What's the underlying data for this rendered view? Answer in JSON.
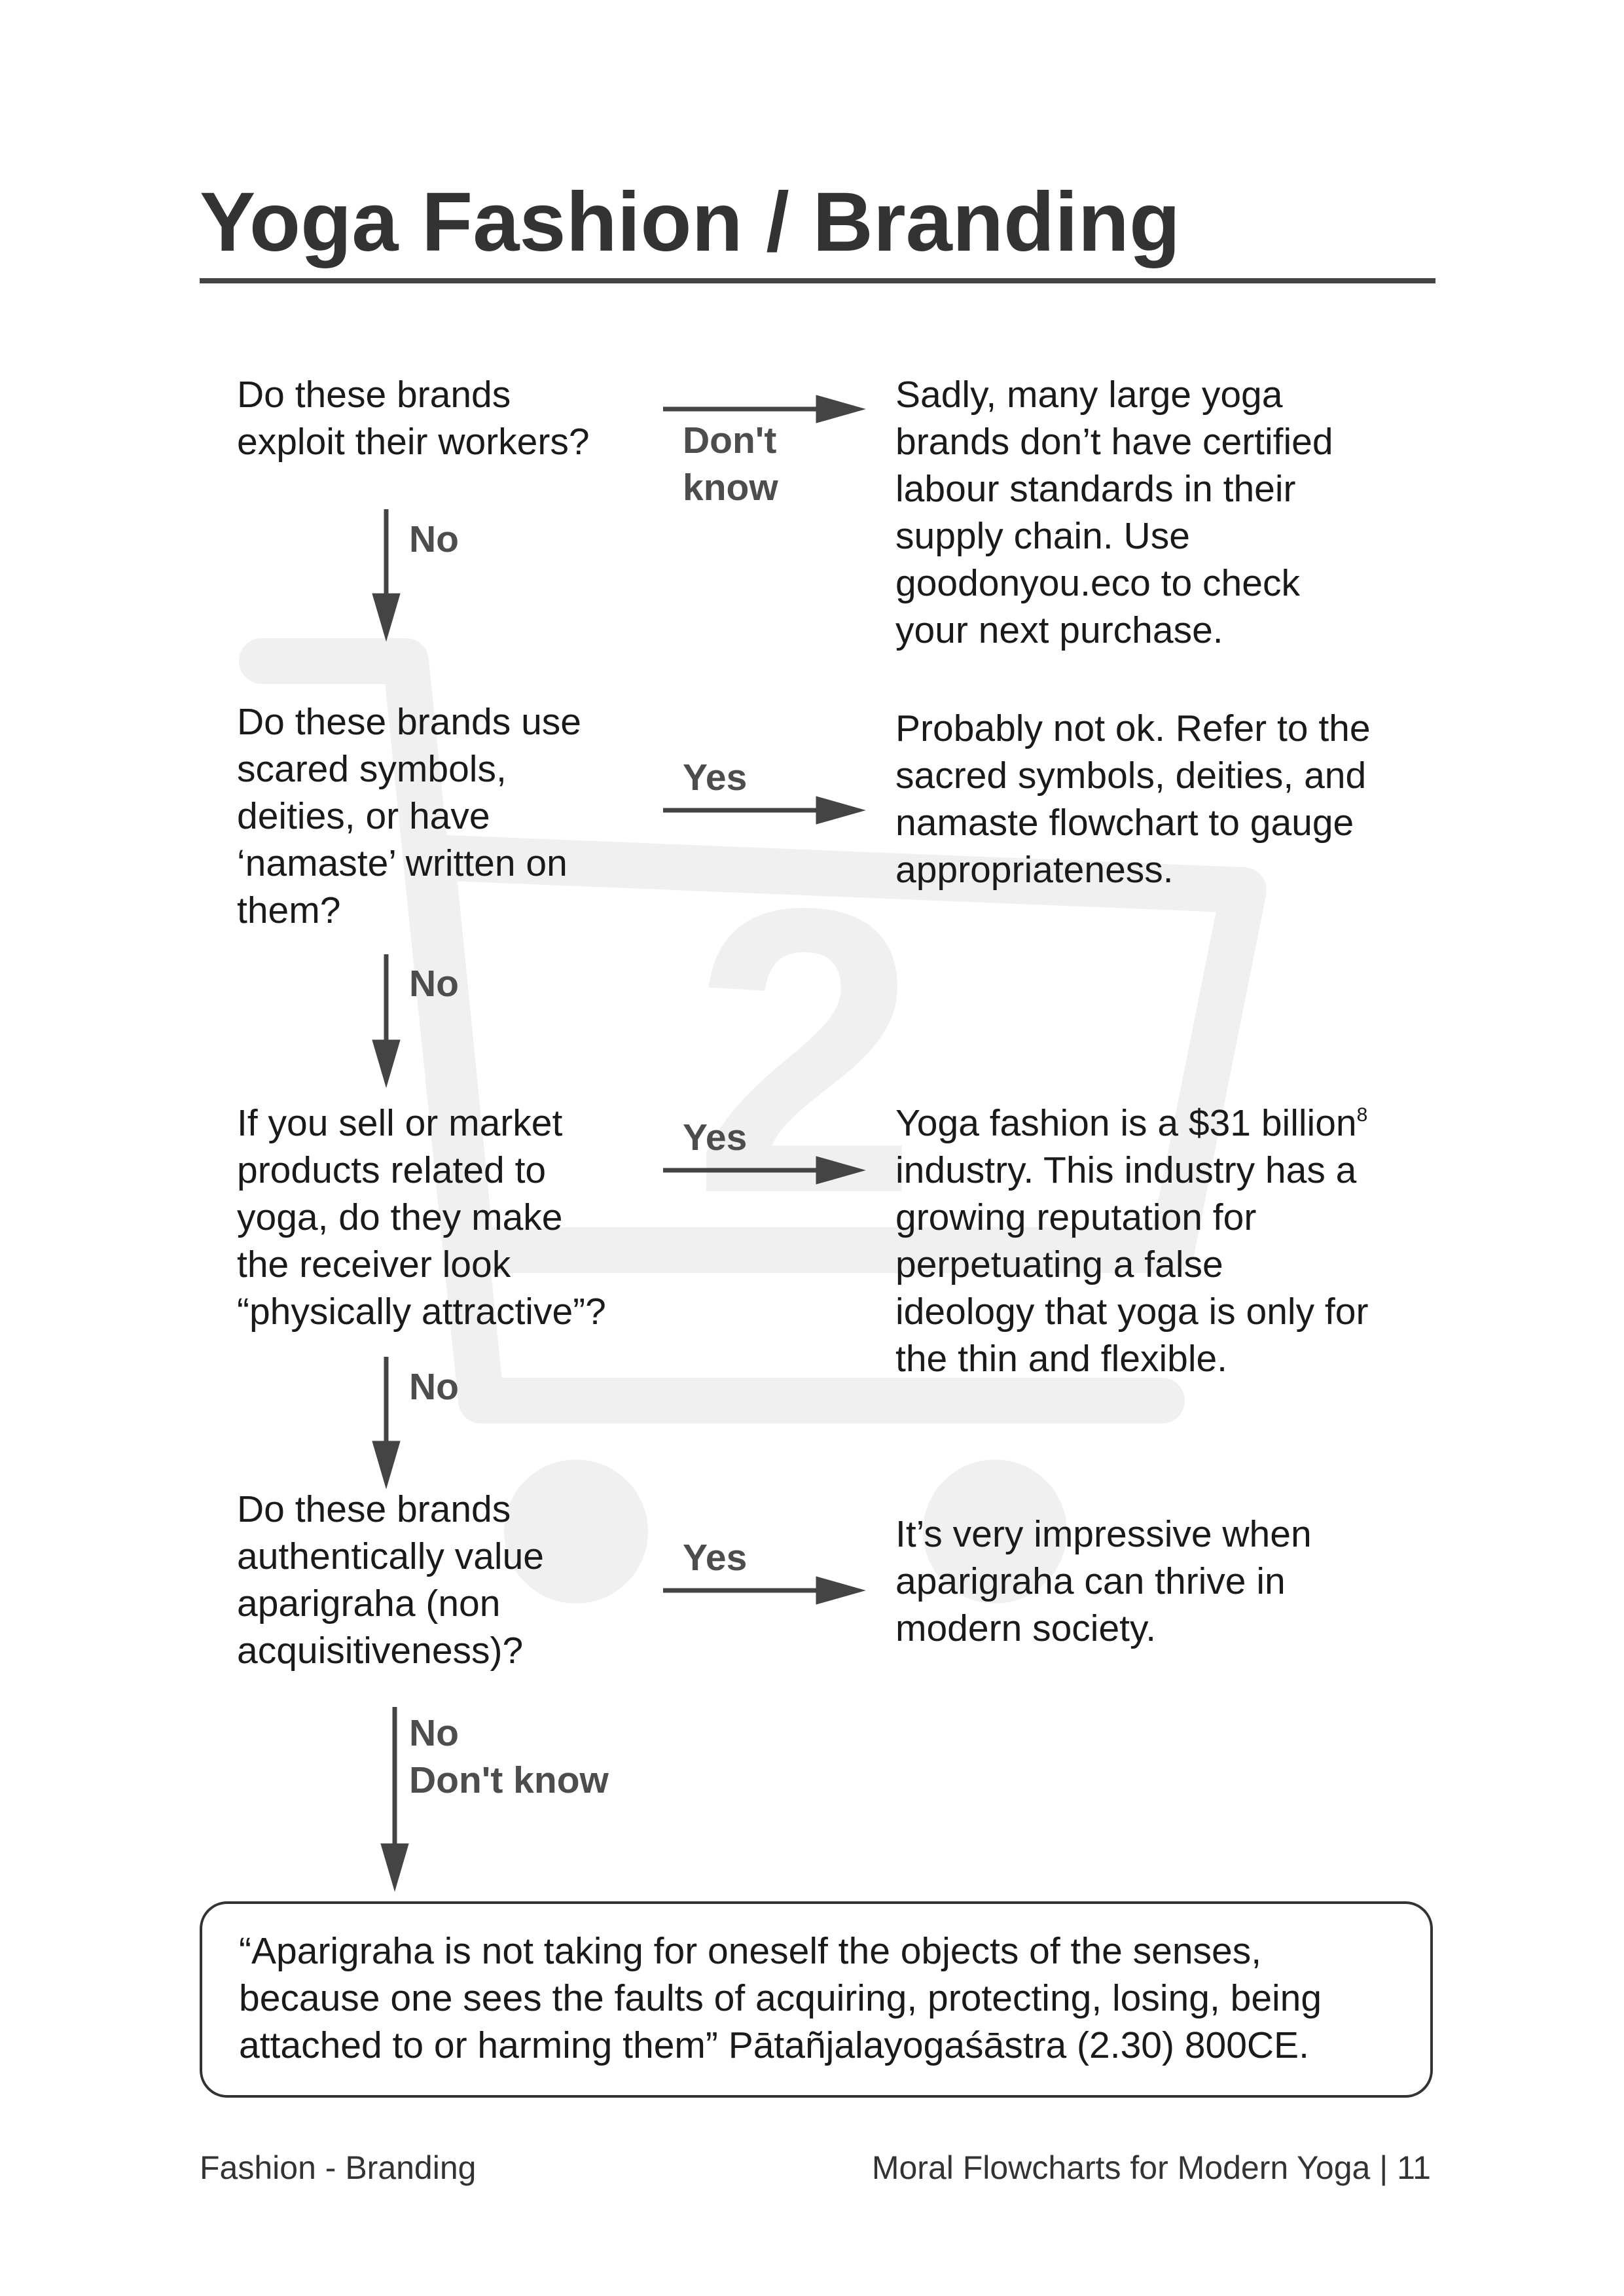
{
  "title": "Yoga Fashion / Branding",
  "colors": {
    "text": "#1a1a1a",
    "title": "#333333",
    "arrow": "#444444",
    "label": "#4d4d4d",
    "watermark": "#f0f0f0"
  },
  "flow": {
    "q1": {
      "lines": [
        "Do these brands",
        "exploit their workers?"
      ]
    },
    "r1": {
      "lines": [
        "Sadly, many large yoga",
        "brands don’t have certified",
        "labour standards in their",
        "supply chain. Use",
        "goodonyou.eco to check",
        "your next purchase."
      ]
    },
    "l1_right": {
      "lines": [
        "Don't",
        "know"
      ]
    },
    "l1_down": "No",
    "q2": {
      "lines": [
        "Do these brands  use",
        "scared symbols,",
        "deities, or have",
        "‘namaste’ written on",
        "them?"
      ]
    },
    "r2": {
      "lines": [
        "Probably not ok. Refer to the",
        "sacred symbols, deities, and",
        "namaste flowchart to gauge",
        "appropriateness."
      ]
    },
    "l2_right": "Yes",
    "l2_down": "No",
    "q3": {
      "lines": [
        "If you sell or market",
        "products related to",
        "yoga, do they make",
        "the receiver look",
        "“physically attractive”?"
      ]
    },
    "r3": {
      "line1": "Yoga fashion is a $31 billion",
      "footnote": "8",
      "lines": [
        "industry. This industry has a",
        "growing reputation for",
        "perpetuating a false",
        "ideology that yoga is only for",
        "the thin and flexible."
      ]
    },
    "l3_right": "Yes",
    "l3_down": "No",
    "q4": {
      "lines": [
        "Do these brands",
        "authentically value",
        "aparigraha (non",
        "acquisitiveness)?"
      ]
    },
    "r4": {
      "lines": [
        "It’s very impressive when",
        "aparigraha can thrive in",
        "modern society."
      ]
    },
    "l4_right": "Yes",
    "l4_down": {
      "lines": [
        "No",
        "Don't know"
      ]
    }
  },
  "quote": {
    "lines": [
      "“Aparigraha is not taking for oneself the objects of the senses,",
      "because one sees the faults of acquiring, protecting, losing, being",
      "attached to or harming them” Pātañjalayogaśāstra (2.30) 800CE."
    ]
  },
  "footer": {
    "left": "Fashion - Branding",
    "right": "Moral Flowcharts for Modern Yoga | 11"
  },
  "watermark": {
    "icon": "shopping-cart-icon",
    "number": "2"
  }
}
